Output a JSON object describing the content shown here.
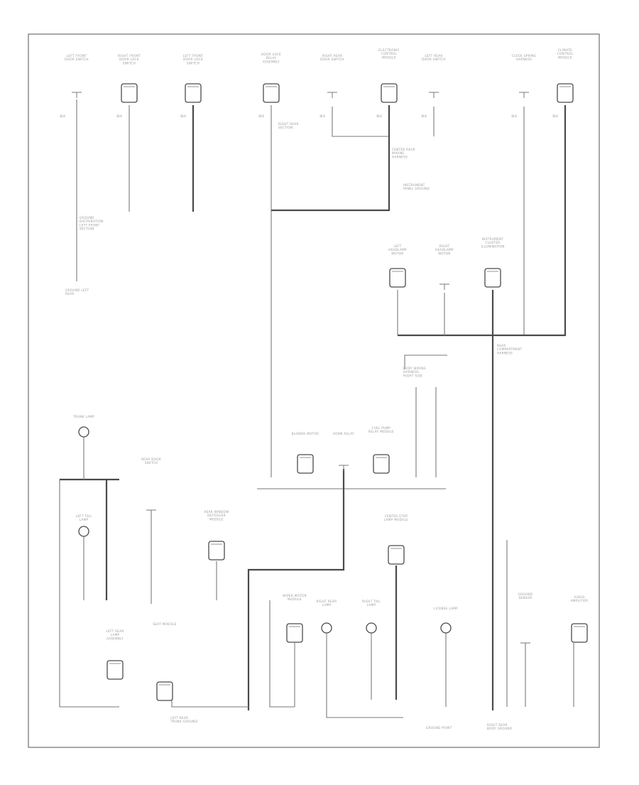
{
  "diagram": {
    "title": "",
    "colors": {
      "border": "#6f6f6f",
      "wire": "#7a7a7a",
      "wire_heavy": "#4a4a4a",
      "text": "#9a9a9a",
      "background": "#ffffff"
    },
    "components": [
      {
        "id": "top-1",
        "kind": "switch",
        "label": "LEFT FRONT DOOR SWITCH"
      },
      {
        "id": "top-2",
        "kind": "module",
        "label": "RIGHT FRONT DOOR LOCK SWITCH"
      },
      {
        "id": "top-3",
        "kind": "module",
        "label": "LEFT FRONT DOOR LOCK SWITCH"
      },
      {
        "id": "top-4",
        "kind": "module",
        "label": "DOOR LOCK RELAY ASSEMBLY"
      },
      {
        "id": "top-5",
        "kind": "switch",
        "label": "RIGHT REAR DOOR SWITCH"
      },
      {
        "id": "top-6",
        "kind": "module",
        "label": "ELECTRONIC CONTROL MODULE"
      },
      {
        "id": "top-7",
        "kind": "switch",
        "label": "LEFT REAR DOOR SWITCH"
      },
      {
        "id": "top-8",
        "kind": "switch",
        "label": "CLOCK SPRING HARNESS"
      },
      {
        "id": "top-9",
        "kind": "module",
        "label": "CLIMATE CONTROL MODULE"
      },
      {
        "id": "mid-1",
        "kind": "module",
        "label": "LEFT HEADLAMP MOTOR"
      },
      {
        "id": "mid-2",
        "kind": "switch",
        "label": "RIGHT HEADLAMP MOTOR"
      },
      {
        "id": "mid-3",
        "kind": "module",
        "label": "INSTRUMENT CLUSTER ILLUMINATION"
      },
      {
        "id": "mid-4",
        "kind": "module",
        "label": "BLOWER MOTOR"
      },
      {
        "id": "mid-5",
        "kind": "switch",
        "label": "HORN RELAY"
      },
      {
        "id": "mid-6",
        "kind": "module",
        "label": "FUEL PUMP RELAY MODULE"
      },
      {
        "id": "low-1",
        "kind": "lamp",
        "label": "TRUNK LAMP"
      },
      {
        "id": "low-2",
        "kind": "lamp",
        "label": "LEFT TAIL LAMP"
      },
      {
        "id": "low-3",
        "kind": "switch",
        "label": "REAR DOOR SWITCH"
      },
      {
        "id": "low-4",
        "kind": "module",
        "label": "REAR WINDOW DEFOGGER MODULE"
      },
      {
        "id": "low-5",
        "kind": "module",
        "label": "CENTER STOP LAMP MODULE"
      },
      {
        "id": "low-6",
        "kind": "module",
        "label": "LEFT REAR LAMP ASSEMBLY"
      },
      {
        "id": "low-7",
        "kind": "lamp",
        "label": "RIGHT REAR LAMP"
      },
      {
        "id": "low-8",
        "kind": "lamp",
        "label": "RIGHT TAIL LAMP"
      },
      {
        "id": "low-9",
        "kind": "lamp",
        "label": "LICENSE LAMP"
      },
      {
        "id": "low-10",
        "kind": "module",
        "label": "WIPER MOTOR MODULE"
      },
      {
        "id": "low-11",
        "kind": "module",
        "label": "AUDIO AMPLIFIER"
      },
      {
        "id": "low-12",
        "kind": "module",
        "label": "SEAT MODULE"
      },
      {
        "id": "low-13",
        "kind": "switch",
        "label": "GROUND SENSOR"
      }
    ],
    "notes": [
      {
        "id": "n1",
        "text": "GROUND DISTRIBUTION LEFT FRONT SECTION"
      },
      {
        "id": "n2",
        "text": "RIGHT REAR SECTION"
      },
      {
        "id": "n3",
        "text": "CENTER REAR WIRING HARNESS"
      },
      {
        "id": "n4",
        "text": "GROUND LEFT REAR"
      },
      {
        "id": "n5",
        "text": "INSTRUMENT PANEL GROUND"
      },
      {
        "id": "n6",
        "text": "REAR COMPARTMENT HARNESS"
      },
      {
        "id": "n7",
        "text": "BODY WIRING HARNESS RIGHT SIDE"
      },
      {
        "id": "n8",
        "text": "LEFT REAR TRUNK GROUND"
      },
      {
        "id": "n9",
        "text": "RIGHT REAR BODY GROUND"
      },
      {
        "id": "n10",
        "text": "GROUND POINT"
      }
    ],
    "wire_tags": [
      "BLK",
      "BLK",
      "BLK",
      "BLK",
      "BLK",
      "BLK",
      "BLK",
      "BLK",
      "BLK"
    ]
  }
}
